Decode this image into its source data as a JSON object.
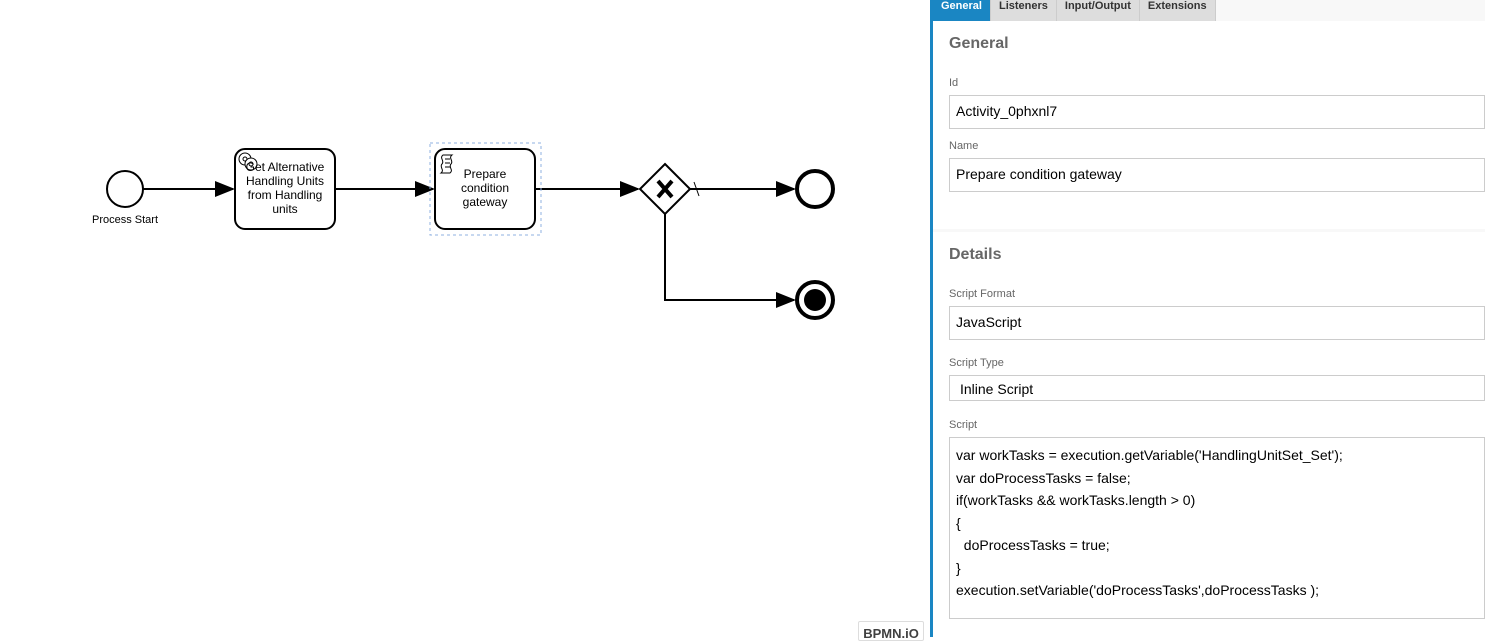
{
  "diagram": {
    "start_label": "Process Start",
    "task1_label": "Get Alternative Handling Units from Handling units",
    "task2_label": "Prepare condition gateway",
    "watermark": "BPMN.iO"
  },
  "panel": {
    "tabs": [
      "General",
      "Listeners",
      "Input/Output",
      "Extensions"
    ],
    "general_title": "General",
    "id_label": "Id",
    "id_value": "Activity_0phxnl7",
    "name_label": "Name",
    "name_value": "Prepare condition gateway",
    "details_title": "Details",
    "script_format_label": "Script Format",
    "script_format_value": "JavaScript",
    "script_type_label": "Script Type",
    "script_type_value": "Inline Script",
    "script_label": "Script",
    "script_value": "var workTasks = execution.getVariable('HandlingUnitSet_Set');\nvar doProcessTasks = false;\nif(workTasks && workTasks.length > 0)\n{\n  doProcessTasks = true;\n}\nexecution.setVariable('doProcessTasks',doProcessTasks );"
  }
}
